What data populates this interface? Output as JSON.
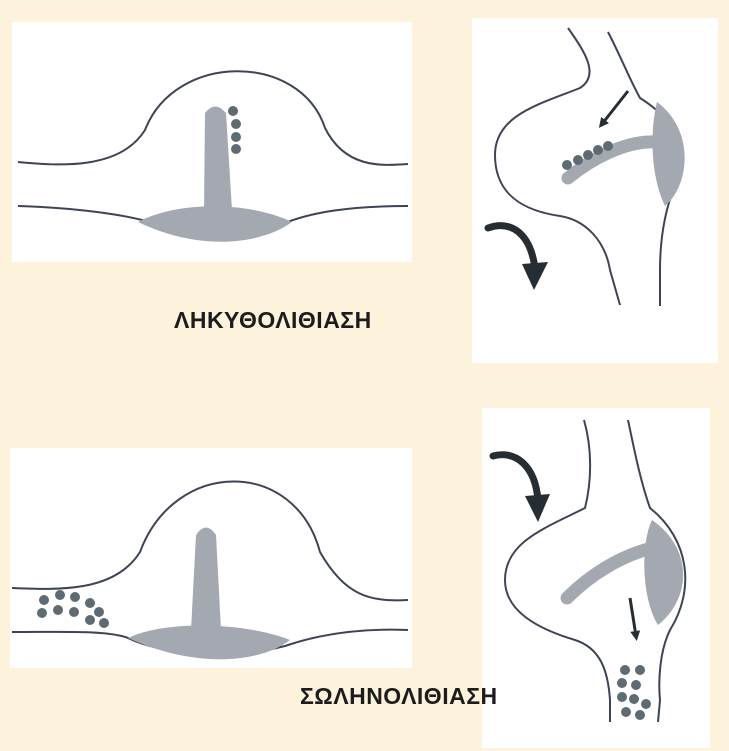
{
  "labels": {
    "top": "ΛΗΚΥΘΟΛΙΘΙΑΣΗ",
    "bottom": "ΣΩΛΗΝΟΛΙΘΙΑΣΗ"
  },
  "colors": {
    "background": "#fdf2dc",
    "panel": "#ffffff",
    "outline": "#3d4454",
    "cupula": "#a4a8b0",
    "otoconia": "#5e6b73",
    "arrow": "#262d33"
  },
  "conditions": [
    {
      "name": "cupulolithiasis",
      "otoconia_location": "attached to cupula"
    },
    {
      "name": "canalolithiasis",
      "otoconia_location": "free-floating in canal"
    }
  ]
}
